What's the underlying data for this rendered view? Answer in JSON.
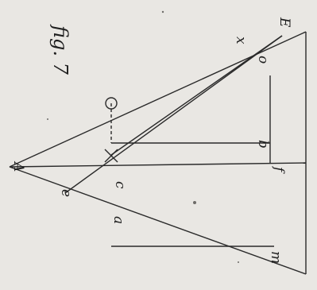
{
  "figure": {
    "caption": "fig. 7",
    "labels": {
      "A": "A",
      "e": "e",
      "a": "a",
      "c": "c",
      "b": "b",
      "f": "f",
      "o": "o",
      "x": "x",
      "E": "E",
      "m": "m"
    }
  }
}
